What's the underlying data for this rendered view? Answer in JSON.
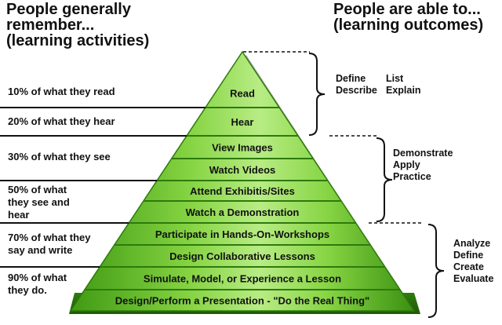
{
  "headings": {
    "left": [
      "People generally",
      "remember...",
      "(learning activities)"
    ],
    "right": [
      "People are able to...",
      "(learning outcomes)"
    ]
  },
  "colors": {
    "pyramid_light": "#c8f29a",
    "pyramid_mid": "#7fd03a",
    "pyramid_dark": "#3f9a12",
    "divider": "#2d7a0c",
    "rule": "#111111"
  },
  "percentages": [
    {
      "lines": [
        "10% of what they read"
      ]
    },
    {
      "lines": [
        "20% of what they hear"
      ]
    },
    {
      "lines": [
        "30% of what they see"
      ]
    },
    {
      "lines": [
        "50% of what",
        "they see and",
        "hear"
      ]
    },
    {
      "lines": [
        "70% of what they",
        "say and write"
      ]
    },
    {
      "lines": [
        "90% of what",
        "they do."
      ]
    }
  ],
  "layers": [
    "Read",
    "Hear",
    "View Images",
    "Watch Videos",
    "Attend Exhibitis/Sites",
    "Watch a Demonstration",
    "Participate in Hands-On-Workshops",
    "Design Collaborative Lessons",
    "Simulate, Model, or Experience a Lesson",
    "Design/Perform a Presentation - \"Do the Real Thing\""
  ],
  "outcomes": [
    {
      "lines": [
        "Define",
        "Describe"
      ],
      "lines2": [
        "List",
        "Explain"
      ]
    },
    {
      "lines": [
        "Demonstrate",
        "Apply",
        "Practice"
      ]
    },
    {
      "lines": [
        "Analyze",
        "Define",
        "Create",
        "Evaluate"
      ]
    }
  ]
}
